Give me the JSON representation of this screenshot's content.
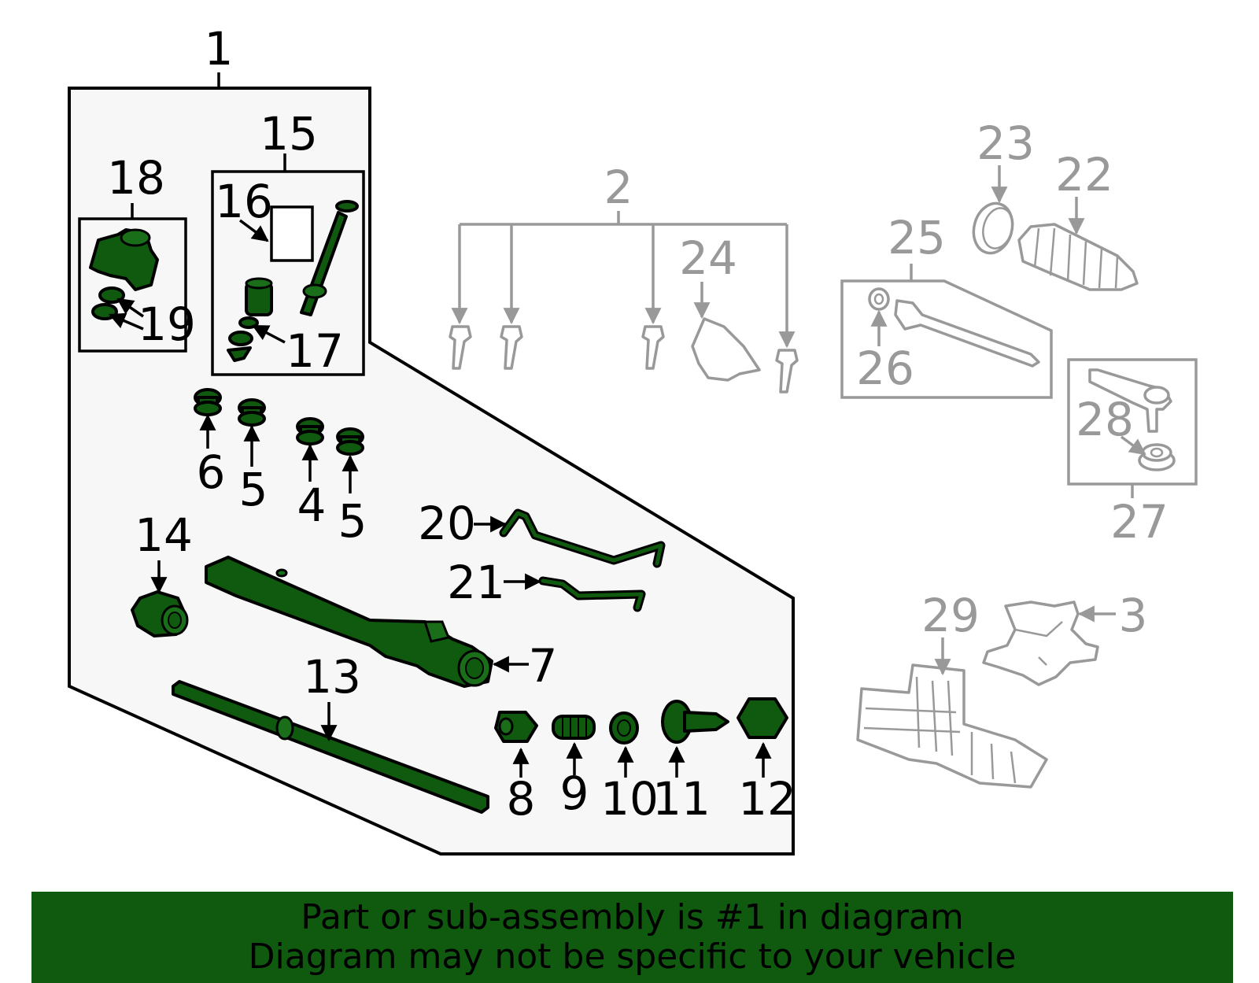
{
  "colors": {
    "highlight_part": "#0f5a0f",
    "reference_part": "#999999",
    "banner_background": "#0f5a0f",
    "banner_text": "#000000"
  },
  "callouts": {
    "c1": "1",
    "c2": "2",
    "c3": "3",
    "c4": "4",
    "c5a": "5",
    "c5b": "5",
    "c6": "6",
    "c7": "7",
    "c8": "8",
    "c9": "9",
    "c10": "10",
    "c11": "11",
    "c12": "12",
    "c13": "13",
    "c14": "14",
    "c15": "15",
    "c16": "16",
    "c17": "17",
    "c18": "18",
    "c19": "19",
    "c20": "20",
    "c21": "21",
    "c22": "22",
    "c23": "23",
    "c24": "24",
    "c25": "25",
    "c26": "26",
    "c27": "27",
    "c28": "28",
    "c29": "29"
  },
  "banner": {
    "line1": "Part or sub-assembly is #1 in diagram",
    "line2": "Diagram may not be specific to your vehicle"
  }
}
